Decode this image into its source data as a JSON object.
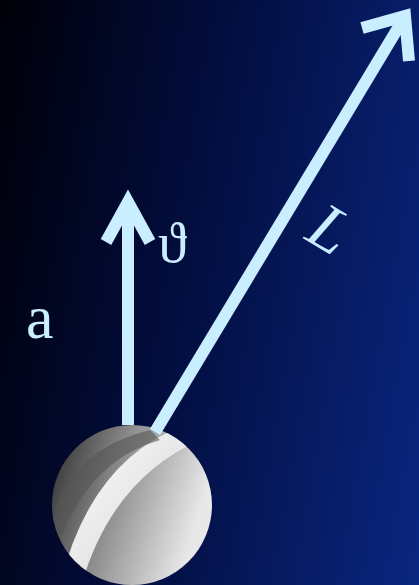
{
  "diagram": {
    "labels": [
      "a",
      "ϑ",
      "L"
    ]
  }
}
